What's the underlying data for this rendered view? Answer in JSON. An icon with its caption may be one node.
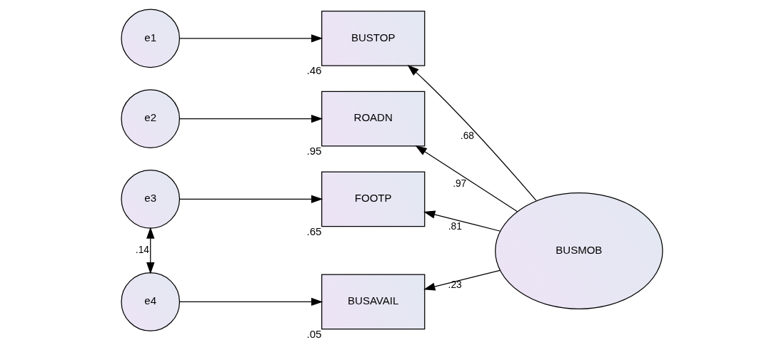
{
  "diagram": {
    "nodes": [
      {
        "text": [
          "e1"
        ]
      },
      {
        "text": [
          "e2"
        ]
      },
      {
        "text": [
          "e3"
        ]
      },
      {
        "text": [
          "e4"
        ]
      },
      {
        "text": [
          "BUSTOP"
        ],
        "beside": [
          ".46"
        ]
      },
      {
        "text": [
          "ROADN"
        ],
        "beside": [
          ".95"
        ]
      },
      {
        "text": [
          "FOOTP"
        ],
        "beside": [
          ".65"
        ]
      },
      {
        "text": [
          "BUSAVAIL"
        ],
        "beside": [
          ".05"
        ]
      },
      {
        "text": [
          "BUSMOB"
        ]
      }
    ],
    "edges": [
      {
        "from": 0,
        "to": 4,
        "arrow": "to"
      },
      {
        "from": 1,
        "to": 5,
        "arrow": "to"
      },
      {
        "from": 2,
        "to": 6,
        "arrow": "to"
      },
      {
        "from": 3,
        "to": 7,
        "arrow": "to"
      },
      {
        "from": 8,
        "to": 4,
        "arrow": "to",
        "label": ".68"
      },
      {
        "from": 8,
        "to": 5,
        "arrow": "to",
        "label": ".97"
      },
      {
        "from": 8,
        "to": 6,
        "arrow": "to",
        "label": ".81"
      },
      {
        "from": 8,
        "to": 7,
        "arrow": "to",
        "label": ".23"
      },
      {
        "from": 2,
        "to": 3,
        "arrow": "both",
        "label": ".14"
      }
    ]
  }
}
